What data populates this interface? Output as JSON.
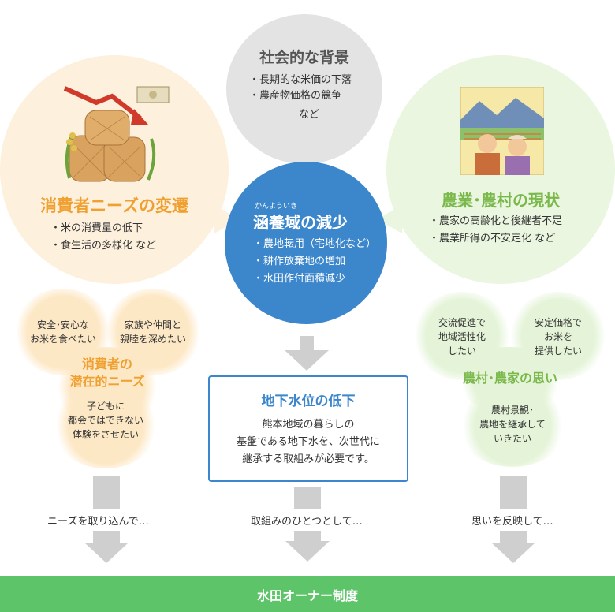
{
  "colors": {
    "orange": "#f0a030",
    "green": "#79b84a",
    "blue": "#3c86cc",
    "gray": "#e3e3e3",
    "banner": "#5ec46a"
  },
  "social": {
    "title": "社会的な背景",
    "items": [
      "・長期的な米価の下落",
      "・農産物価格の競争"
    ],
    "tail": "など"
  },
  "consumer": {
    "title": "消費者ニーズの変遷",
    "items": [
      "・米の消費量の低下",
      "・食生活の多様化 など"
    ],
    "illustration": "rice-bags-price-down-icon"
  },
  "farm": {
    "title": "農業･農村の現状",
    "items": [
      "・農家の高齢化と後継者不足",
      "・農業所得の不安定化 など"
    ],
    "illustration": "elderly-farmers-icon"
  },
  "reduction": {
    "ruby": "かんよういき",
    "title": "涵養域の減少",
    "items": [
      "・農地転用（宅地化など）",
      "・耕作放棄地の増加",
      "・水田作付面積減少"
    ]
  },
  "latent": {
    "title_line1": "消費者の",
    "title_line2": "潜在的ニーズ",
    "wish1": [
      "安全･安心な",
      "お米を食べたい"
    ],
    "wish2": [
      "家族や仲間と",
      "親睦を深めたい"
    ],
    "wish3": [
      "子どもに",
      "都会ではできない",
      "体験をさせたい"
    ]
  },
  "groundwater": {
    "title": "地下水位の低下",
    "lines": [
      "熊本地域の暮らしの",
      "基盤である地下水を、次世代に",
      "継承する取組みが必要です。"
    ]
  },
  "thoughts": {
    "title": "農村･農家の思い",
    "wish1": [
      "交流促進で",
      "地域活性化",
      "したい"
    ],
    "wish2": [
      "安定価格で",
      "お米を",
      "提供したい"
    ],
    "wish3": [
      "農村景観･",
      "農地を継承して",
      "いきたい"
    ]
  },
  "steps": {
    "left": "ニーズを取り込んで…",
    "center": "取組みのひとつとして…",
    "right": "思いを反映して…"
  },
  "banner": {
    "label": "水田オーナー制度"
  }
}
